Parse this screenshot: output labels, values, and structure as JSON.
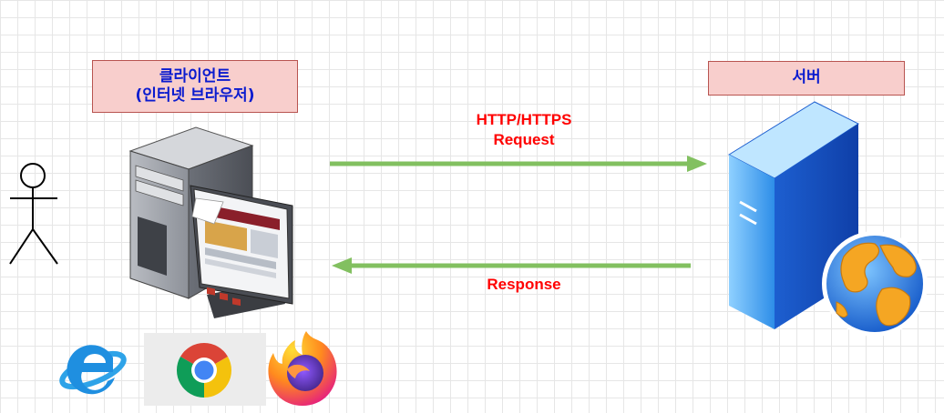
{
  "client": {
    "title_line1": "클라이언트",
    "title_line2": "(인터넷 브라우저)"
  },
  "server": {
    "title": "서버"
  },
  "messages": {
    "request_line1": "HTTP/HTTPS",
    "request_line2": "Request",
    "response": "Response"
  },
  "icons": {
    "user": "stick-figure-icon",
    "client": "desktop-computer-icon",
    "server": "web-server-globe-icon",
    "browsers": [
      "internet-explorer-icon",
      "chrome-icon",
      "firefox-icon"
    ]
  },
  "colors": {
    "label_fill": "#f8cecc",
    "label_border": "#b85450",
    "label_text": "#0a1bcf",
    "message_text": "#ff0000",
    "arrow": "#82c060"
  }
}
